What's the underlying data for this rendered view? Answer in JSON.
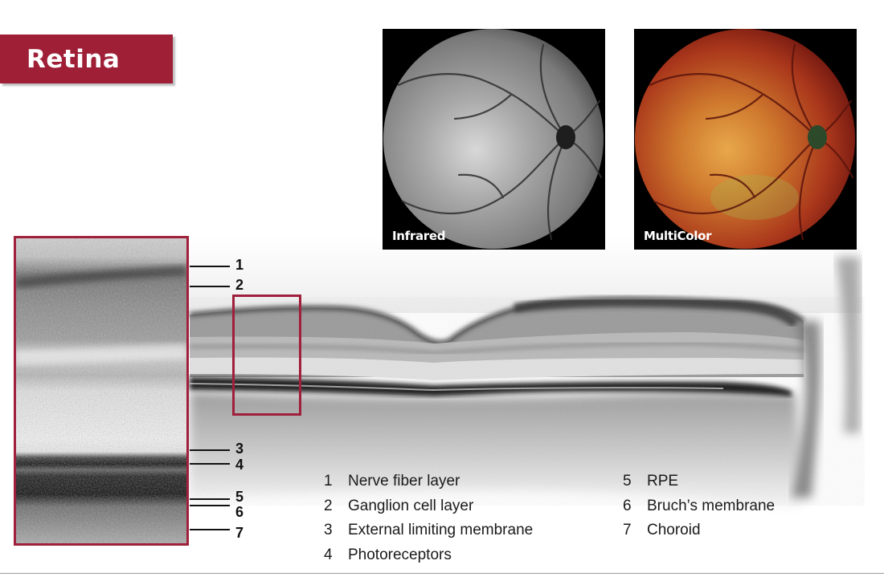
{
  "title": "Retina",
  "fundus_images": [
    {
      "label": "Infrared"
    },
    {
      "label": "MultiColor"
    }
  ],
  "callout_numbers": [
    "1",
    "2",
    "3",
    "4",
    "5",
    "6",
    "7"
  ],
  "legend": {
    "left": [
      {
        "num": "1",
        "label": "Nerve fiber layer"
      },
      {
        "num": "2",
        "label": "Ganglion cell layer"
      },
      {
        "num": "3",
        "label": "External limiting membrane"
      },
      {
        "num": "4",
        "label": "Photoreceptors"
      }
    ],
    "right": [
      {
        "num": "5",
        "label": "RPE"
      },
      {
        "num": "6",
        "label": "Bruch’s membrane"
      },
      {
        "num": "7",
        "label": "Choroid"
      }
    ]
  },
  "colors": {
    "brand_red": "#9e1f36",
    "highlight_frame": "#a01f3a"
  }
}
